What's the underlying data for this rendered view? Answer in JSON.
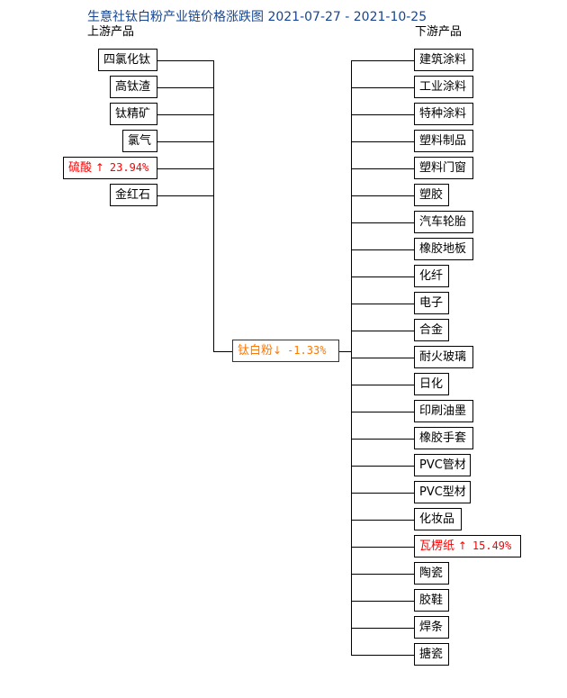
{
  "meta": {
    "title": "生意社钛白粉产业链价格涨跌图  2021-07-27 - 2021-10-25",
    "title_color": "#17458f",
    "up_color": "#ff0000",
    "down_color": "#00cc33",
    "center_color": "#ff7700",
    "up_arrow": "↑",
    "down_arrow": "↓"
  },
  "headers": {
    "left": "上游产品",
    "right": "下游产品"
  },
  "center": {
    "name": "钛白粉",
    "arrow": "↓",
    "change": "-1.33%",
    "direction": "down"
  },
  "upstream": [
    {
      "name": "四氯化钛",
      "change": "",
      "arrow": "",
      "direction": "none"
    },
    {
      "name": "高钛渣",
      "change": "",
      "arrow": "",
      "direction": "none"
    },
    {
      "name": "钛精矿",
      "change": "",
      "arrow": "",
      "direction": "none"
    },
    {
      "name": "氯气",
      "change": "",
      "arrow": "",
      "direction": "none"
    },
    {
      "name": "硫酸",
      "change": "23.94%",
      "arrow": "↑",
      "direction": "up"
    },
    {
      "name": "金红石",
      "change": "",
      "arrow": "",
      "direction": "none"
    }
  ],
  "downstream": [
    {
      "name": "建筑涂料",
      "change": "",
      "arrow": "",
      "direction": "none"
    },
    {
      "name": "工业涂料",
      "change": "",
      "arrow": "",
      "direction": "none"
    },
    {
      "name": "特种涂料",
      "change": "",
      "arrow": "",
      "direction": "none"
    },
    {
      "name": "塑料制品",
      "change": "",
      "arrow": "",
      "direction": "none"
    },
    {
      "name": "塑料门窗",
      "change": "",
      "arrow": "",
      "direction": "none"
    },
    {
      "name": "塑胶",
      "change": "",
      "arrow": "",
      "direction": "none"
    },
    {
      "name": "汽车轮胎",
      "change": "",
      "arrow": "",
      "direction": "none"
    },
    {
      "name": "橡胶地板",
      "change": "",
      "arrow": "",
      "direction": "none"
    },
    {
      "name": "化纤",
      "change": "",
      "arrow": "",
      "direction": "none"
    },
    {
      "name": "电子",
      "change": "",
      "arrow": "",
      "direction": "none"
    },
    {
      "name": "合金",
      "change": "",
      "arrow": "",
      "direction": "none"
    },
    {
      "name": "耐火玻璃",
      "change": "",
      "arrow": "",
      "direction": "none"
    },
    {
      "name": "日化",
      "change": "",
      "arrow": "",
      "direction": "none"
    },
    {
      "name": "印刷油墨",
      "change": "",
      "arrow": "",
      "direction": "none"
    },
    {
      "name": "橡胶手套",
      "change": "",
      "arrow": "",
      "direction": "none"
    },
    {
      "name": "PVC管材",
      "change": "",
      "arrow": "",
      "direction": "none"
    },
    {
      "name": "PVC型材",
      "change": "",
      "arrow": "",
      "direction": "none"
    },
    {
      "name": "化妆品",
      "change": "",
      "arrow": "",
      "direction": "none"
    },
    {
      "name": "瓦楞纸",
      "change": "15.49%",
      "arrow": "↑",
      "direction": "up"
    },
    {
      "name": "陶瓷",
      "change": "",
      "arrow": "",
      "direction": "none"
    },
    {
      "name": "胶鞋",
      "change": "",
      "arrow": "",
      "direction": "none"
    },
    {
      "name": "焊条",
      "change": "",
      "arrow": "",
      "direction": "none"
    },
    {
      "name": "搪瓷",
      "change": "",
      "arrow": "",
      "direction": "none"
    }
  ],
  "chart_data": {
    "type": "diagram",
    "title": "生意社钛白粉产业链价格涨跌图  2021-07-27 - 2021-10-25",
    "date_range": {
      "start": "2021-07-27",
      "end": "2021-10-25"
    },
    "center_product": {
      "name": "钛白粉",
      "change_pct": -1.33
    },
    "upstream_changes": [
      {
        "name": "四氯化钛",
        "change_pct": null
      },
      {
        "name": "高钛渣",
        "change_pct": null
      },
      {
        "name": "钛精矿",
        "change_pct": null
      },
      {
        "name": "氯气",
        "change_pct": null
      },
      {
        "name": "硫酸",
        "change_pct": 23.94
      },
      {
        "name": "金红石",
        "change_pct": null
      }
    ],
    "downstream_changes": [
      {
        "name": "建筑涂料",
        "change_pct": null
      },
      {
        "name": "工业涂料",
        "change_pct": null
      },
      {
        "name": "特种涂料",
        "change_pct": null
      },
      {
        "name": "塑料制品",
        "change_pct": null
      },
      {
        "name": "塑料门窗",
        "change_pct": null
      },
      {
        "name": "塑胶",
        "change_pct": null
      },
      {
        "name": "汽车轮胎",
        "change_pct": null
      },
      {
        "name": "橡胶地板",
        "change_pct": null
      },
      {
        "name": "化纤",
        "change_pct": null
      },
      {
        "name": "电子",
        "change_pct": null
      },
      {
        "name": "合金",
        "change_pct": null
      },
      {
        "name": "耐火玻璃",
        "change_pct": null
      },
      {
        "name": "日化",
        "change_pct": null
      },
      {
        "name": "印刷油墨",
        "change_pct": null
      },
      {
        "name": "橡胶手套",
        "change_pct": null
      },
      {
        "name": "PVC管材",
        "change_pct": null
      },
      {
        "name": "PVC型材",
        "change_pct": null
      },
      {
        "name": "化妆品",
        "change_pct": null
      },
      {
        "name": "瓦楞纸",
        "change_pct": 15.49
      },
      {
        "name": "陶瓷",
        "change_pct": null
      },
      {
        "name": "胶鞋",
        "change_pct": null
      },
      {
        "name": "焊条",
        "change_pct": null
      },
      {
        "name": "搪瓷",
        "change_pct": null
      }
    ]
  }
}
